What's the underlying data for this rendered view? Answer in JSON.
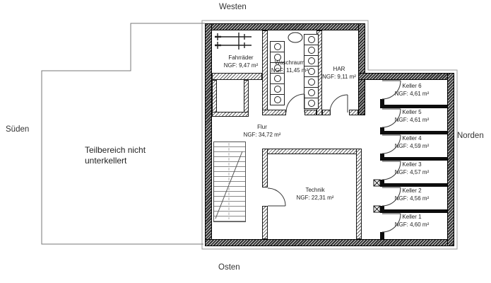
{
  "compass": {
    "west": "Westen",
    "south": "Süden",
    "north": "Norden",
    "east": "Osten"
  },
  "annotation": {
    "no_basement": "Teilbereich nicht unterkellert"
  },
  "rooms": {
    "fahrraeder": {
      "name": "Fahrräder",
      "ngf": "NGF: 9,47 m²"
    },
    "waschraum": {
      "name": "Waschraum",
      "ngf": "NGF: 11,45 m²"
    },
    "har": {
      "name": "HAR",
      "ngf": "NGF: 9,11 m²"
    },
    "flur": {
      "name": "Flur",
      "ngf": "NGF: 34,72 m²"
    },
    "technik": {
      "name": "Technik",
      "ngf": "NGF: 22,31 m²"
    },
    "keller": [
      {
        "name": "Keller 6",
        "ngf": "NGF: 4,61 m²"
      },
      {
        "name": "Keller 5",
        "ngf": "NGF: 4,61 m²"
      },
      {
        "name": "Keller 4",
        "ngf": "NGF: 4,59 m²"
      },
      {
        "name": "Keller 3",
        "ngf": "NGF: 4,57 m²"
      },
      {
        "name": "Keller 2",
        "ngf": "NGF: 4,56 m²"
      },
      {
        "name": "Keller 1",
        "ngf": "NGF: 4,60 m²"
      }
    ]
  },
  "colors": {
    "wall": "#2e2e2e",
    "line": "#555555",
    "text": "#222222"
  }
}
